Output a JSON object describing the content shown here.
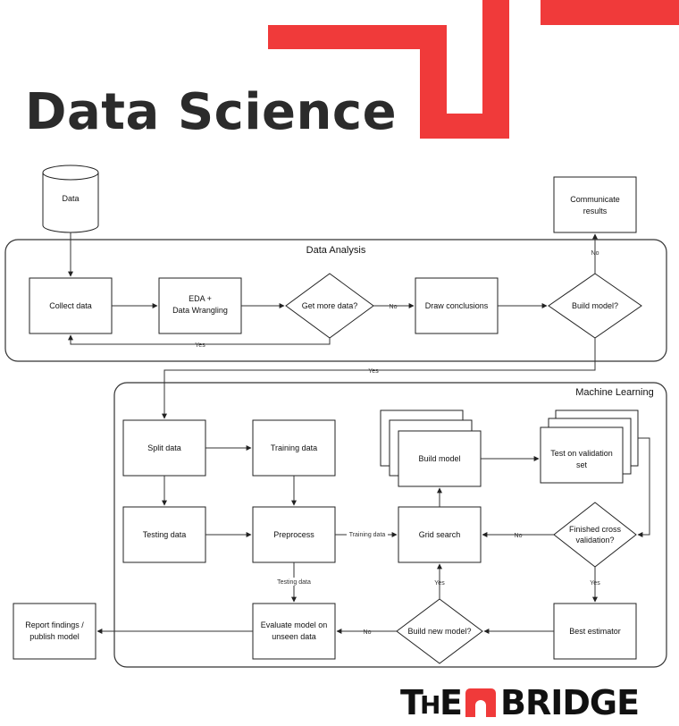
{
  "header": {
    "title": "Data Science",
    "accent_color": "#f03a3a",
    "text_color": "#2b2b2b"
  },
  "flowchart": {
    "data_store": "Data",
    "communicate": [
      "Communicate",
      "results"
    ],
    "groups": {
      "data_analysis": "Data Analysis",
      "machine_learning": "Machine Learning"
    },
    "nodes": {
      "collect_data": "Collect data",
      "eda": [
        "EDA +",
        "Data Wrangling"
      ],
      "get_more_data": "Get more data?",
      "draw_conclusions": "Draw conclusions",
      "build_model_decision": "Build model?",
      "split_data": "Split data",
      "training_data": "Training data",
      "testing_data": "Testing data",
      "preprocess": "Preprocess",
      "build_model": "Build model",
      "test_validation": [
        "Test on validation",
        "set"
      ],
      "grid_search": "Grid search",
      "finished_cv": [
        "Finished cross",
        "validation?"
      ],
      "best_estimator": "Best estimator",
      "build_new_model": "Build new model?",
      "evaluate_model": [
        "Evaluate model on",
        "unseen data"
      ],
      "report_findings": [
        "Report findings /",
        "publish model"
      ]
    },
    "edge_labels": {
      "yes": "Yes",
      "no": "No",
      "training_data": "Training data",
      "testing_data": "Testing data"
    }
  },
  "footer": {
    "logo_parts": [
      "T",
      "H",
      "E",
      "BRIDGE"
    ]
  }
}
